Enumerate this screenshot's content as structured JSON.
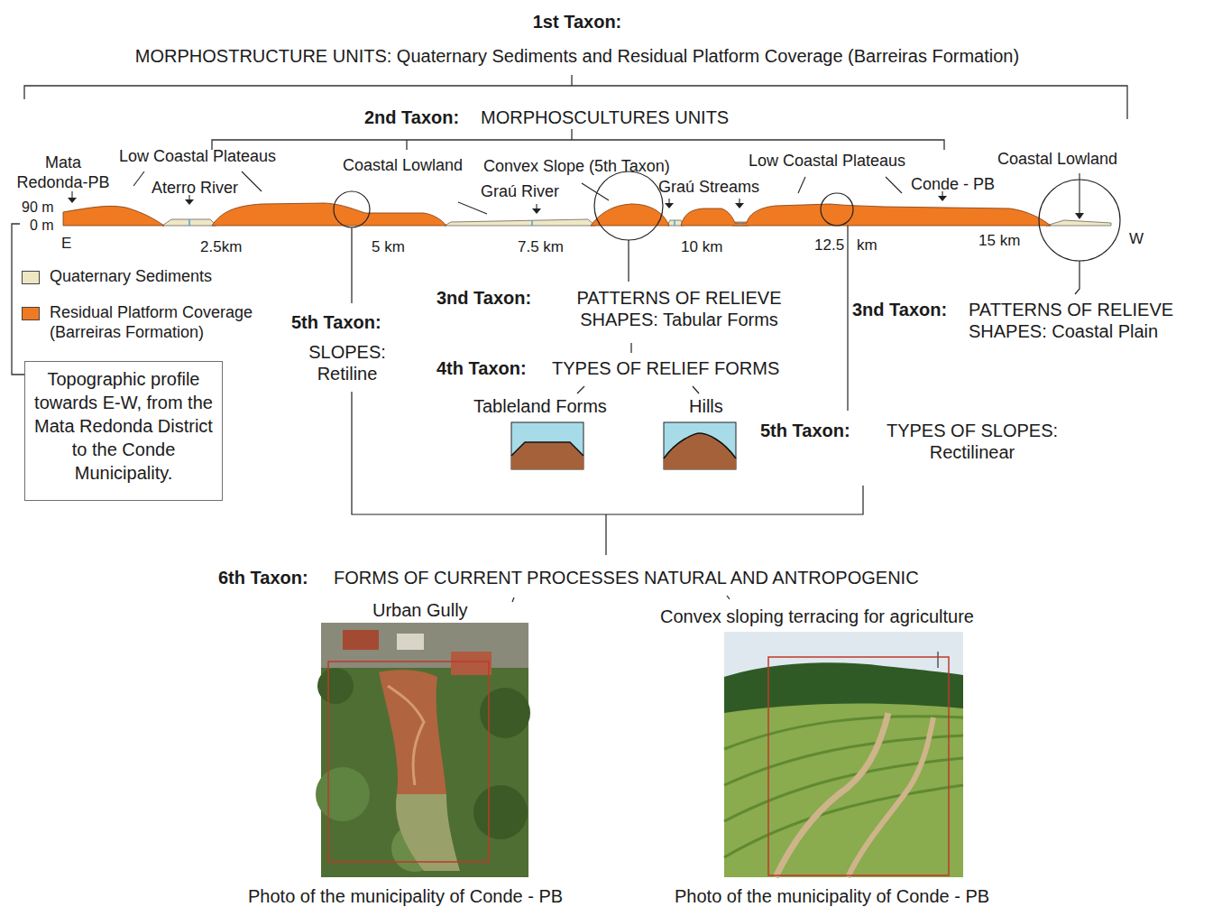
{
  "diagram": {
    "nodes": [
      {
        "text": [
          "Topographic profile towards E-W, from the Mata Redonda District to the Conde Municipality."
        ]
      }
    ],
    "labels": [
      "1st Taxon:",
      "MORPHOSTRUCTURE UNITS: Quaternary Sediments and Residual Platform Coverage (Barreiras Formation)",
      "2nd Taxon:",
      "MORPHOSCULTURES UNITS",
      "Mata Redonda-PB",
      "Low Coastal Plateaus",
      "Aterro River",
      "Coastal Lowland",
      "Convex Slope (5th Taxon)",
      "Graú River",
      "Graú Streams",
      "Low Coastal Plateaus",
      "Conde - PB",
      "Coastal Lowland",
      "90 m",
      "0 m",
      "E",
      "2.5km",
      "5 km",
      "7.5 km",
      "10 km",
      "12.5",
      "km",
      "15 km",
      "W",
      "5th Taxon:",
      "SLOPES: Retiline",
      "3nd Taxon:",
      "PATTERNS OF RELIEVE SHAPES: Tabular Forms",
      "4th Taxon:",
      "TYPES OF RELIEF FORMS",
      "Tableland Forms",
      "Hills",
      "3nd Taxon:",
      "PATTERNS OF RELIEVE SHAPES: Coastal Plain",
      "5th Taxon:",
      "TYPES OF SLOPES: Rectilinear",
      "6th Taxon:",
      "FORMS OF CURRENT PROCESSES NATURAL AND ANTROPOGENIC",
      "Urban Gully",
      "Convex sloping terracing for agriculture",
      "Photo of the municipality of Conde - PB",
      "Photo of the municipality of Conde - PB"
    ],
    "legend": [
      {
        "text": "Quaternary Sediments",
        "color": "#efe6c3"
      },
      {
        "text": "Residual Platform Coverage (Barreiras Formation)",
        "color": "#f07a22"
      }
    ]
  }
}
